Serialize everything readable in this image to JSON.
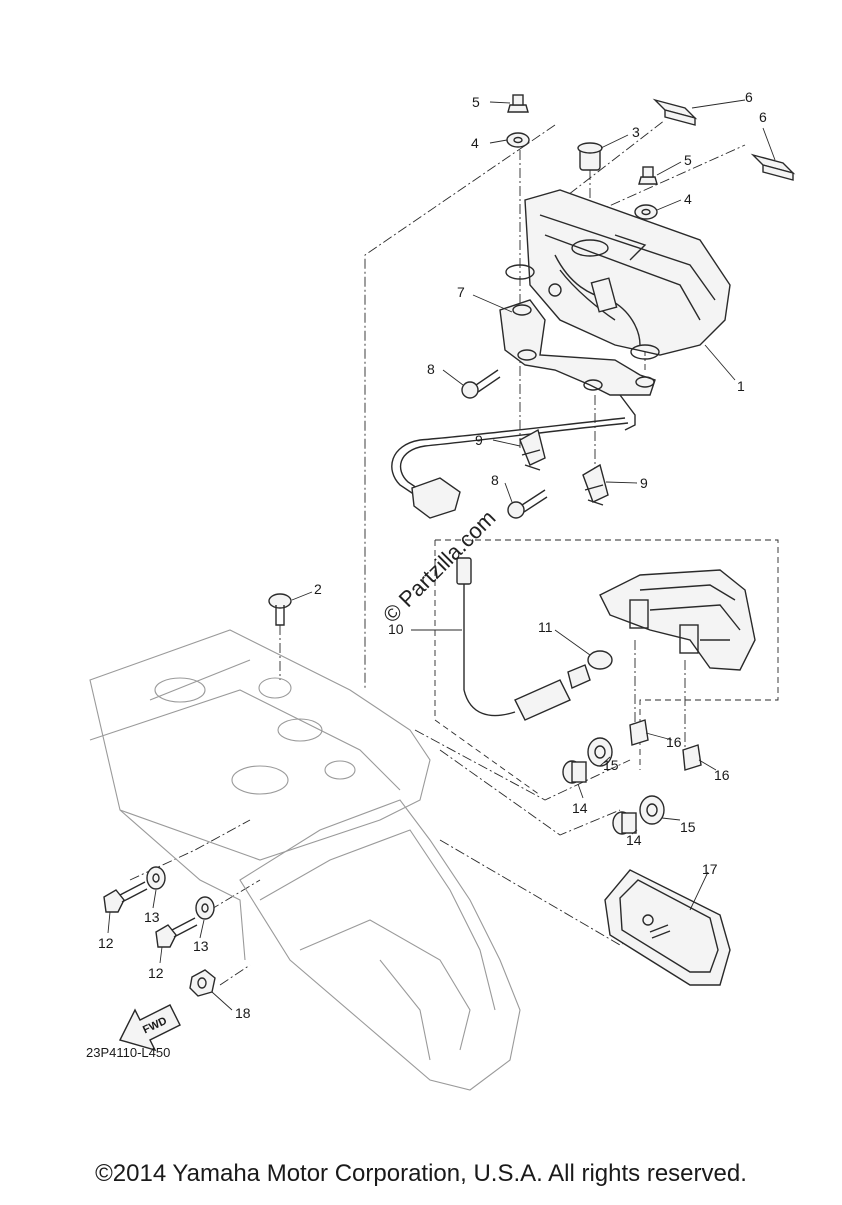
{
  "diagram": {
    "callouts": [
      "1",
      "2",
      "3",
      "4",
      "4",
      "5",
      "5",
      "6",
      "6",
      "7",
      "8",
      "8",
      "9",
      "9",
      "10",
      "11",
      "12",
      "12",
      "13",
      "13",
      "14",
      "14",
      "15",
      "15",
      "16",
      "16",
      "17",
      "18"
    ],
    "fwd_label": "FWD",
    "drawing_code": "23P4110-L450",
    "watermark": "© Partzilla.com",
    "copyright": "©2014 Yamaha Motor Corporation, U.S.A. All rights reserved."
  }
}
